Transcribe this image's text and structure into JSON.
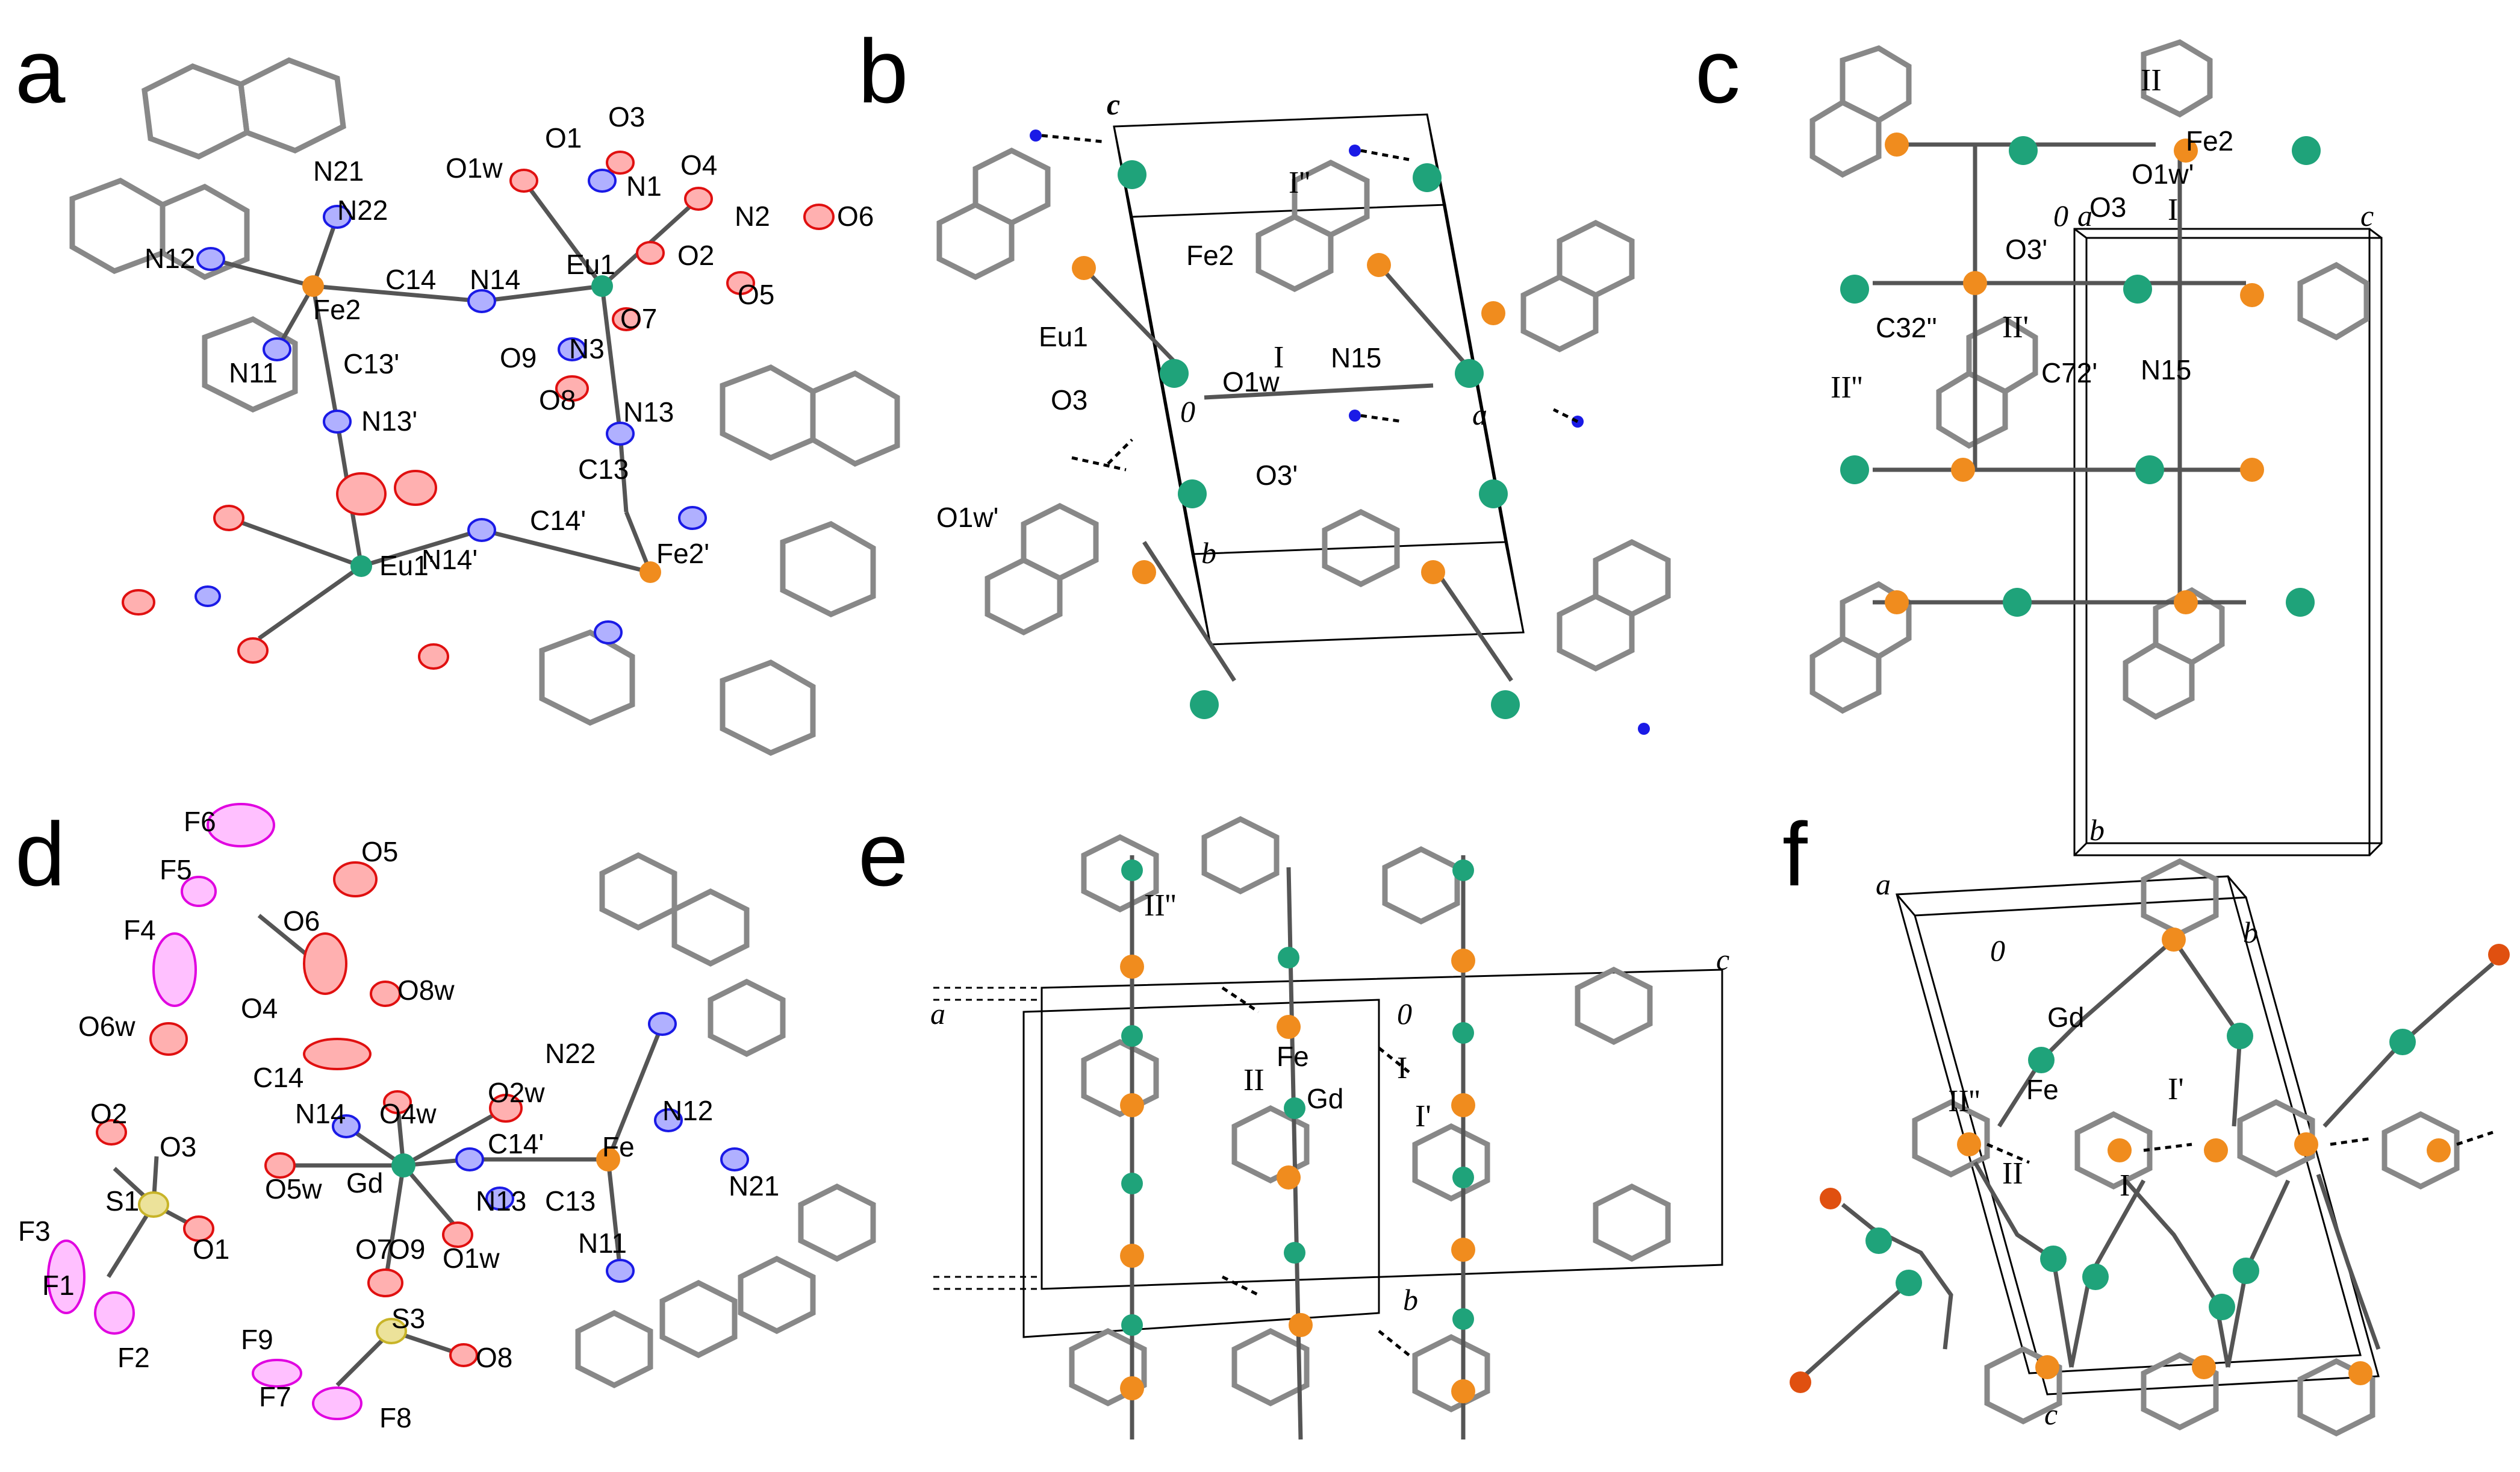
{
  "colors": {
    "iron": "#f08c1e",
    "lanthanide": "#1fa37a",
    "nitrogen": "#1a1ae6",
    "oxygen": "#e01010",
    "fluorine": "#e000e0",
    "sulfur": "#c8b428",
    "carbon": "#9a9a9a",
    "hydrogen": "#ffffff"
  },
  "panels": {
    "a": {
      "letter": "a",
      "labels": [
        "N21",
        "N22",
        "N12",
        "Fe2",
        "C14",
        "N14",
        "Eu1",
        "O1w",
        "O1",
        "O3",
        "N1",
        "O4",
        "N2",
        "O6",
        "O2",
        "O5",
        "O7",
        "N3",
        "O9",
        "O8",
        "N13",
        "C13",
        "N11",
        "C13'",
        "N13'",
        "C14'",
        "N14'",
        "Eu1'",
        "Fe2'"
      ]
    },
    "b": {
      "letter": "b",
      "axes": [
        "c",
        "0",
        "a",
        "b"
      ],
      "labels": [
        "I''",
        "Fe2",
        "Eu1",
        "I",
        "N15",
        "O1w",
        "O3",
        "O3'",
        "O1w'"
      ]
    },
    "c": {
      "letter": "c",
      "axes": [
        "a",
        "0",
        "c",
        "b"
      ],
      "labels": [
        "II",
        "Fe2",
        "O1w'",
        "O3",
        "I",
        "O3'",
        "C32''",
        "II'",
        "C72'",
        "N15",
        "II''"
      ]
    },
    "d": {
      "letter": "d",
      "labels": [
        "F6",
        "F5",
        "O5",
        "F4",
        "O6",
        "O4",
        "O8w",
        "O6w",
        "C14",
        "N14",
        "O4w",
        "O2w",
        "N22",
        "O2",
        "O3",
        "S1",
        "O5w",
        "Gd",
        "C14'",
        "Fe",
        "N12",
        "N21",
        "F3",
        "O1",
        "N13",
        "C13",
        "F1",
        "F2",
        "O7",
        "O9",
        "O1w",
        "N11",
        "F9",
        "S3",
        "O8",
        "F7",
        "F8"
      ]
    },
    "e": {
      "letter": "e",
      "axes": [
        "c",
        "a",
        "0",
        "b"
      ],
      "labels": [
        "II''",
        "Fe",
        "II",
        "Gd",
        "I",
        "I'"
      ]
    },
    "f": {
      "letter": "f",
      "axes": [
        "a",
        "0",
        "b",
        "c"
      ],
      "labels": [
        "Gd",
        "II''",
        "Fe",
        "I'",
        "II",
        "I"
      ]
    }
  }
}
